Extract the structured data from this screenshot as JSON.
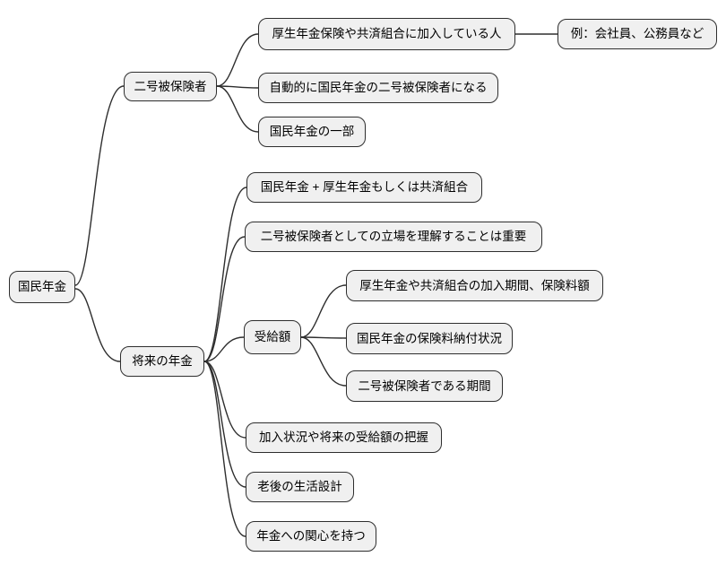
{
  "colors": {
    "background": "#ffffff",
    "node_fill": "#f0f0f0",
    "node_border": "#2e2e2e",
    "connector": "#2e2e2e",
    "text": "#000000"
  },
  "mindmap": {
    "root": {
      "label": "国民年金",
      "children": [
        {
          "label": "二号被保険者",
          "children": [
            {
              "label": "厚生年金保険や共済組合に加入している人",
              "children": [
                {
                  "label": "例：会社員、公務員など"
                }
              ]
            },
            {
              "label": "自動的に国民年金の二号被保険者になる"
            },
            {
              "label": "国民年金の一部"
            }
          ]
        },
        {
          "label": "将来の年金",
          "children": [
            {
              "label": "国民年金 + 厚生年金もしくは共済組合"
            },
            {
              "label": "二号被保険者としての立場を理解することは重要"
            },
            {
              "label": "受給額",
              "children": [
                {
                  "label": "厚生年金や共済組合の加入期間、保険料額"
                },
                {
                  "label": "国民年金の保険料納付状況"
                },
                {
                  "label": "二号被保険者である期間"
                }
              ]
            },
            {
              "label": "加入状況や将来の受給額の把握"
            },
            {
              "label": "老後の生活設計"
            },
            {
              "label": "年金への関心を持つ"
            }
          ]
        }
      ]
    }
  }
}
